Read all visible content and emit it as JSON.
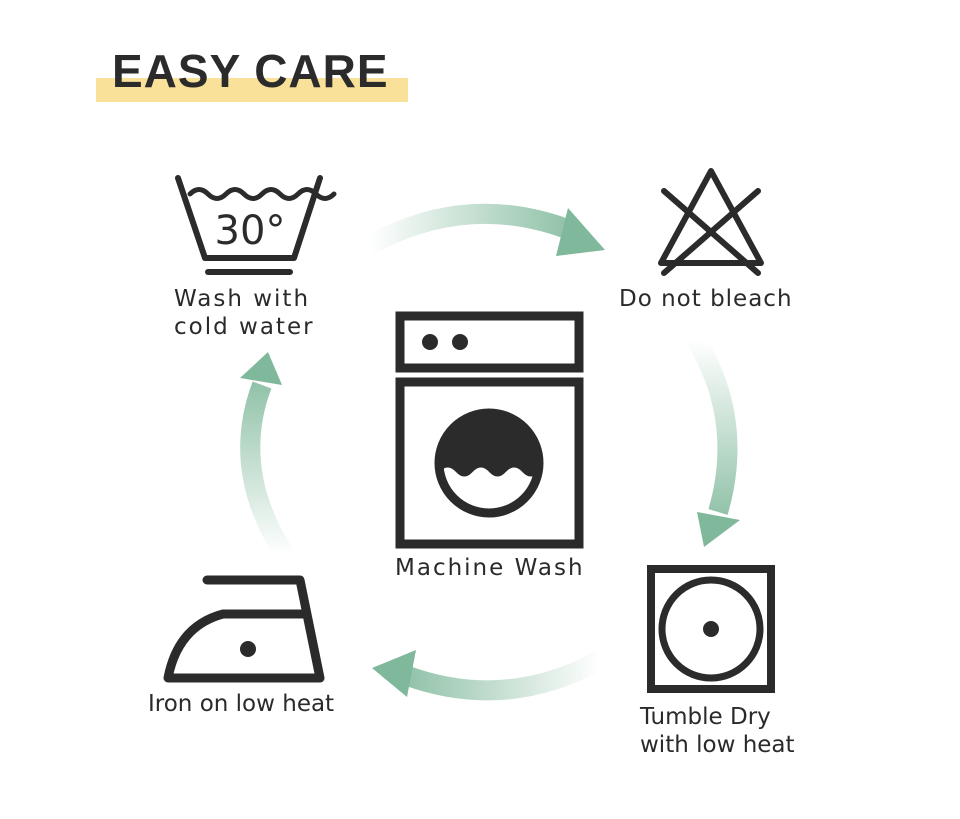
{
  "title": "EASY CARE",
  "wash_symbol": {
    "temperature": "30°",
    "icon": "wash-tub-icon"
  },
  "labels": {
    "wash_line1": "Wash with",
    "wash_line2": "cold water",
    "bleach": "Do not bleach",
    "machine": "Machine Wash",
    "tumble_line1": "Tumble Dry",
    "tumble_line2": "with low heat",
    "iron": "Iron on low heat"
  },
  "colors": {
    "accent_highlight": "#f9e19a",
    "arrow_green": "#7fb89a",
    "icon_stroke": "#2b2b2b"
  }
}
